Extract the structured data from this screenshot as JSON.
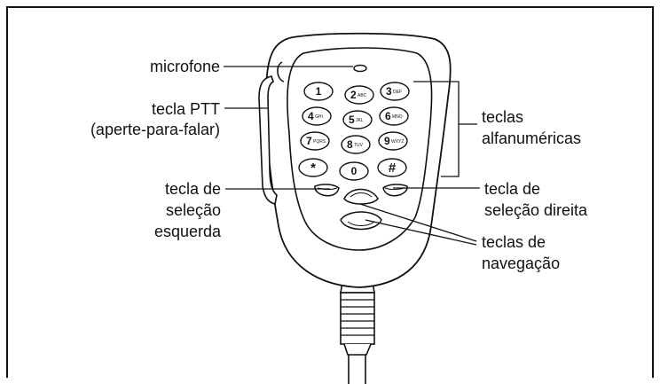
{
  "labels": {
    "microphone": "microfone",
    "ptt_line1": "tecla PTT",
    "ptt_line2": "(aperte-para-falar)",
    "alnum_line1": "teclas",
    "alnum_line2": "alfanuméricas",
    "left_select_line1": "tecla de",
    "left_select_line2": "seleção",
    "left_select_line3": "esquerda",
    "right_select_line1": "tecla de",
    "right_select_line2": "seleção direita",
    "nav_line1": "teclas de",
    "nav_line2": "navegação"
  },
  "keypad": [
    {
      "digit": "1",
      "letters": ""
    },
    {
      "digit": "2",
      "letters": "ABC"
    },
    {
      "digit": "3",
      "letters": "DEF"
    },
    {
      "digit": "4",
      "letters": "GHI"
    },
    {
      "digit": "5",
      "letters": "JKL"
    },
    {
      "digit": "6",
      "letters": "MNO"
    },
    {
      "digit": "7",
      "letters": "PQRS"
    },
    {
      "digit": "8",
      "letters": "TUV"
    },
    {
      "digit": "9",
      "letters": "WXYZ"
    },
    {
      "digit": "*",
      "letters": ""
    },
    {
      "digit": "0",
      "letters": ""
    },
    {
      "digit": "#",
      "letters": ""
    }
  ]
}
